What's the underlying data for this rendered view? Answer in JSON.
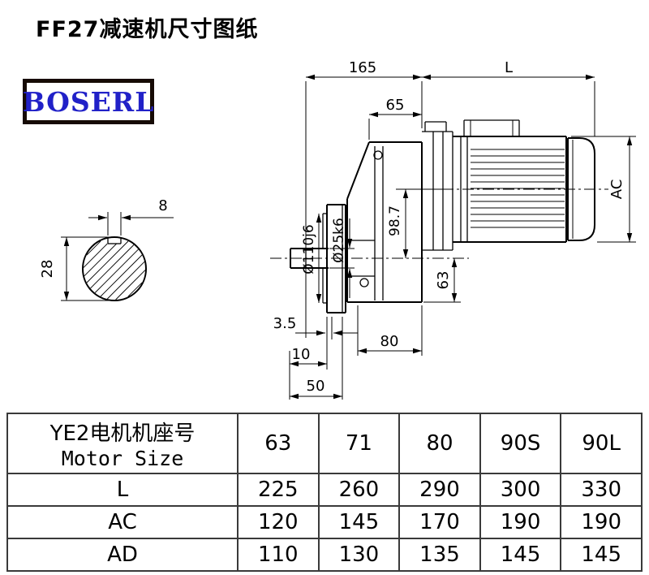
{
  "page": {
    "title": "FF27减速机尺寸图纸"
  },
  "logo": {
    "text": "BOSERL"
  },
  "drawing": {
    "dimensions": {
      "top_length": "165",
      "motor_length": "L",
      "input_length": "65",
      "motor_height": "AC",
      "keyway_width": "8",
      "keyway_height": "28",
      "pilot_diameter": "Ø110j6",
      "shaft_diameter": "Ø25k6",
      "axis_height": "98.7",
      "center_to_bottom": "63",
      "flange_gap": "3.5",
      "base_length": "80",
      "shaft_offset": "10",
      "shaft_length": "50"
    }
  },
  "table": {
    "row_header": {
      "line1": "YE2电机机座号",
      "line2": "Motor Size"
    },
    "motor_sizes": [
      "63",
      "71",
      "80",
      "90S",
      "90L"
    ],
    "rows": [
      {
        "label": "L",
        "values": [
          "225",
          "260",
          "290",
          "300",
          "330"
        ]
      },
      {
        "label": "AC",
        "values": [
          "120",
          "145",
          "170",
          "190",
          "190"
        ]
      },
      {
        "label": "AD",
        "values": [
          "110",
          "130",
          "135",
          "145",
          "145"
        ]
      }
    ]
  }
}
